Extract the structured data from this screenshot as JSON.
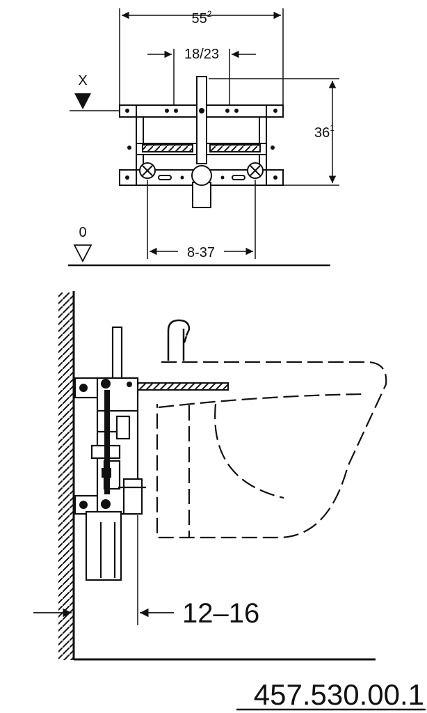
{
  "top_view": {
    "dim_width": {
      "base": "55",
      "sup": "2"
    },
    "dim_spacing": "18/23",
    "dim_height": {
      "base": "36",
      "sup": "1"
    },
    "dim_range": "8-37",
    "label_x": "X",
    "label_zero": "0"
  },
  "side_view": {
    "dim_wall_gap": "12–16"
  },
  "article_number": "457.530.00.1"
}
